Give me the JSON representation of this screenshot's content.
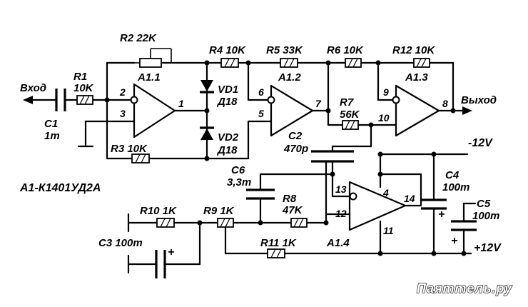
{
  "labels": {
    "in": "Вход",
    "out": "Выход",
    "r1_name": "R1",
    "r1_val": "10K",
    "c1_name": "C1",
    "c1_val": "1m",
    "r2": "R2 22K",
    "r3": "R3 10K",
    "a11": "A1.1",
    "vd1_name": "VD1",
    "vd1_type": "Д18",
    "vd2_name": "VD2",
    "vd2_type": "Д18",
    "r4": "R4 10K",
    "r5": "R5 33K",
    "a12": "A1.2",
    "r6": "R6 10K",
    "r12": "R12 10K",
    "a13": "A1.3",
    "r7_name": "R7",
    "r7_val": "56K",
    "c2_name": "C2",
    "c2_val": "470p",
    "vneg": "-12V",
    "vpos": "+12V",
    "ic": "A1-К1401УД2А",
    "c6_name": "C6",
    "c6_val": "3,3m",
    "r8_name": "R8",
    "r8_val": "47K",
    "r10": "R10 1K",
    "r9": "R9 1K",
    "r11": "R11 1K",
    "c3": "C3 100m",
    "a14": "A1.4",
    "c4_name": "C4",
    "c4_val": "100m",
    "c5_name": "C5",
    "c5_val": "100m",
    "plus": "+",
    "watermark": "Паяттель.ру"
  },
  "pins": {
    "a11_p2": "2",
    "a11_p3": "3",
    "a11_p1": "1",
    "a12_p6": "6",
    "a12_p5": "5",
    "a12_p7": "7",
    "a13_p9": "9",
    "a13_p10": "10",
    "a13_p8": "8",
    "a14_p13": "13",
    "a14_p12": "12",
    "a14_p14": "14",
    "a14_p4": "4",
    "a14_p11": "11"
  }
}
